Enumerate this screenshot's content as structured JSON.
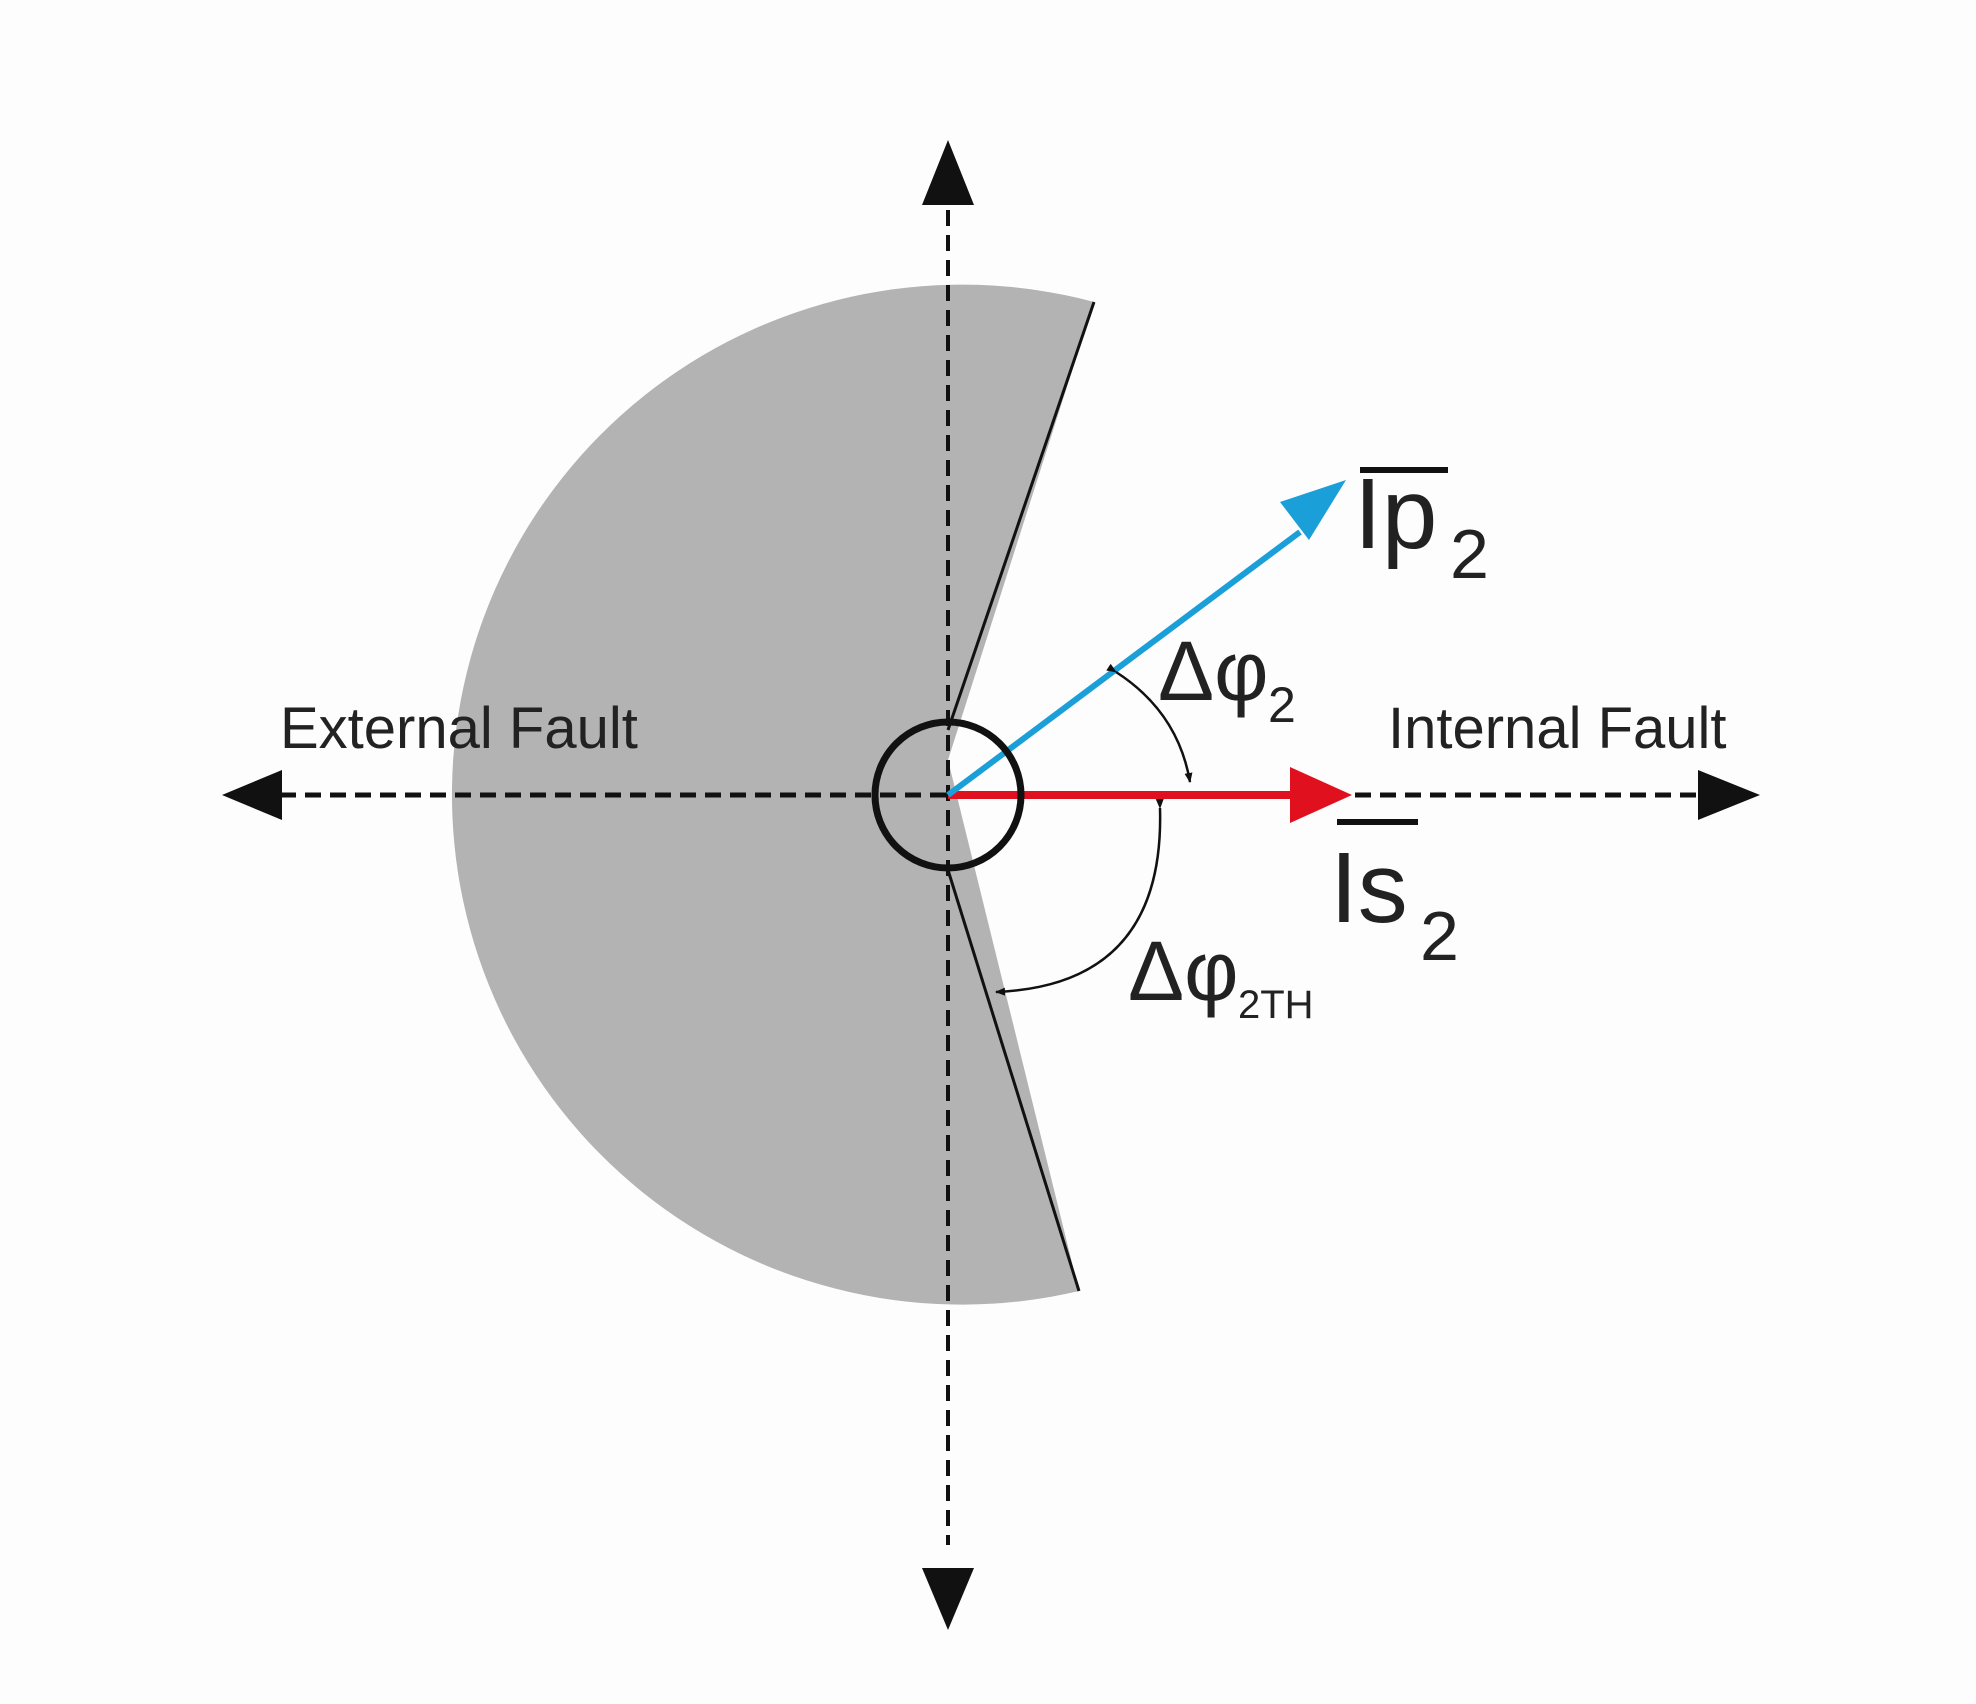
{
  "labels": {
    "external_fault": "External Fault",
    "internal_fault": "Internal Fault",
    "ip2_main": "Ip",
    "ip2_sub": "2",
    "is2_main": "Is",
    "is2_sub": "2",
    "delta_phi2_main": "Δφ",
    "delta_phi2_sub": "2",
    "delta_phi2th_main": "Δφ",
    "delta_phi2th_sub": "2TH"
  },
  "colors": {
    "background": "#fdfdfd",
    "restraint_region": "#b3b3b3",
    "axis": "#111111",
    "ip2_vector": "#1b9fd9",
    "is2_vector": "#e0101e",
    "text": "#222222"
  }
}
